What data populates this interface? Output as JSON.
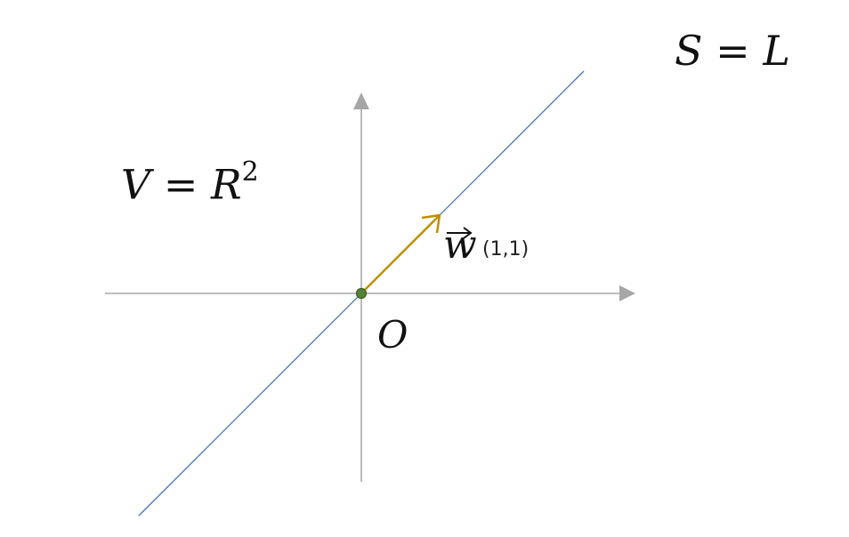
{
  "labels": {
    "subspace_S": "S",
    "subspace_equals": "=",
    "subspace_L": "L",
    "space_V": "V",
    "space_equals": "=",
    "space_R": "R",
    "space_exp": "2",
    "origin": "O",
    "vector_name": "w",
    "vector_coords": "(1,1)"
  },
  "colors": {
    "axis": "#a6a6a6",
    "line_L": "#4472c4",
    "vector": "#bf9000",
    "origin_fill": "#548235",
    "origin_stroke": "#3b5e25",
    "text": "#111111"
  }
}
